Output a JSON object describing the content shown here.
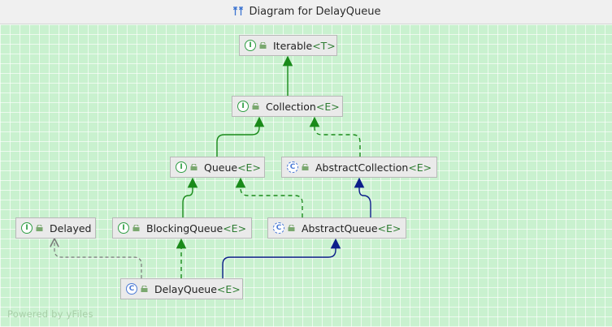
{
  "window": {
    "title": "Diagram for DelayQueue",
    "title_icon": "uml-diagram-icon"
  },
  "nodes": {
    "iterable": {
      "name": "Iterable",
      "generic": "<T>",
      "kind": "interface",
      "kind_glyph": "I"
    },
    "collection": {
      "name": "Collection",
      "generic": "<E>",
      "kind": "interface",
      "kind_glyph": "I"
    },
    "queue": {
      "name": "Queue",
      "generic": "<E>",
      "kind": "interface",
      "kind_glyph": "I"
    },
    "abstract_collection": {
      "name": "AbstractCollection",
      "generic": "<E>",
      "kind": "abstract-class",
      "kind_glyph": "C"
    },
    "delayed": {
      "name": "Delayed",
      "generic": "",
      "kind": "interface",
      "kind_glyph": "I"
    },
    "blocking_queue": {
      "name": "BlockingQueue",
      "generic": "<E>",
      "kind": "interface",
      "kind_glyph": "I"
    },
    "abstract_queue": {
      "name": "AbstractQueue",
      "generic": "<E>",
      "kind": "abstract-class",
      "kind_glyph": "C"
    },
    "delay_queue": {
      "name": "DelayQueue",
      "generic": "<E>",
      "kind": "class",
      "kind_glyph": "C"
    }
  },
  "colors": {
    "interface_edge": "#1a8a1a",
    "implements_edge": "#1a8a1a",
    "extends_edge": "#0c1e8a",
    "canvas": "#c9f1cf"
  },
  "watermark": "Powered by yFiles"
}
